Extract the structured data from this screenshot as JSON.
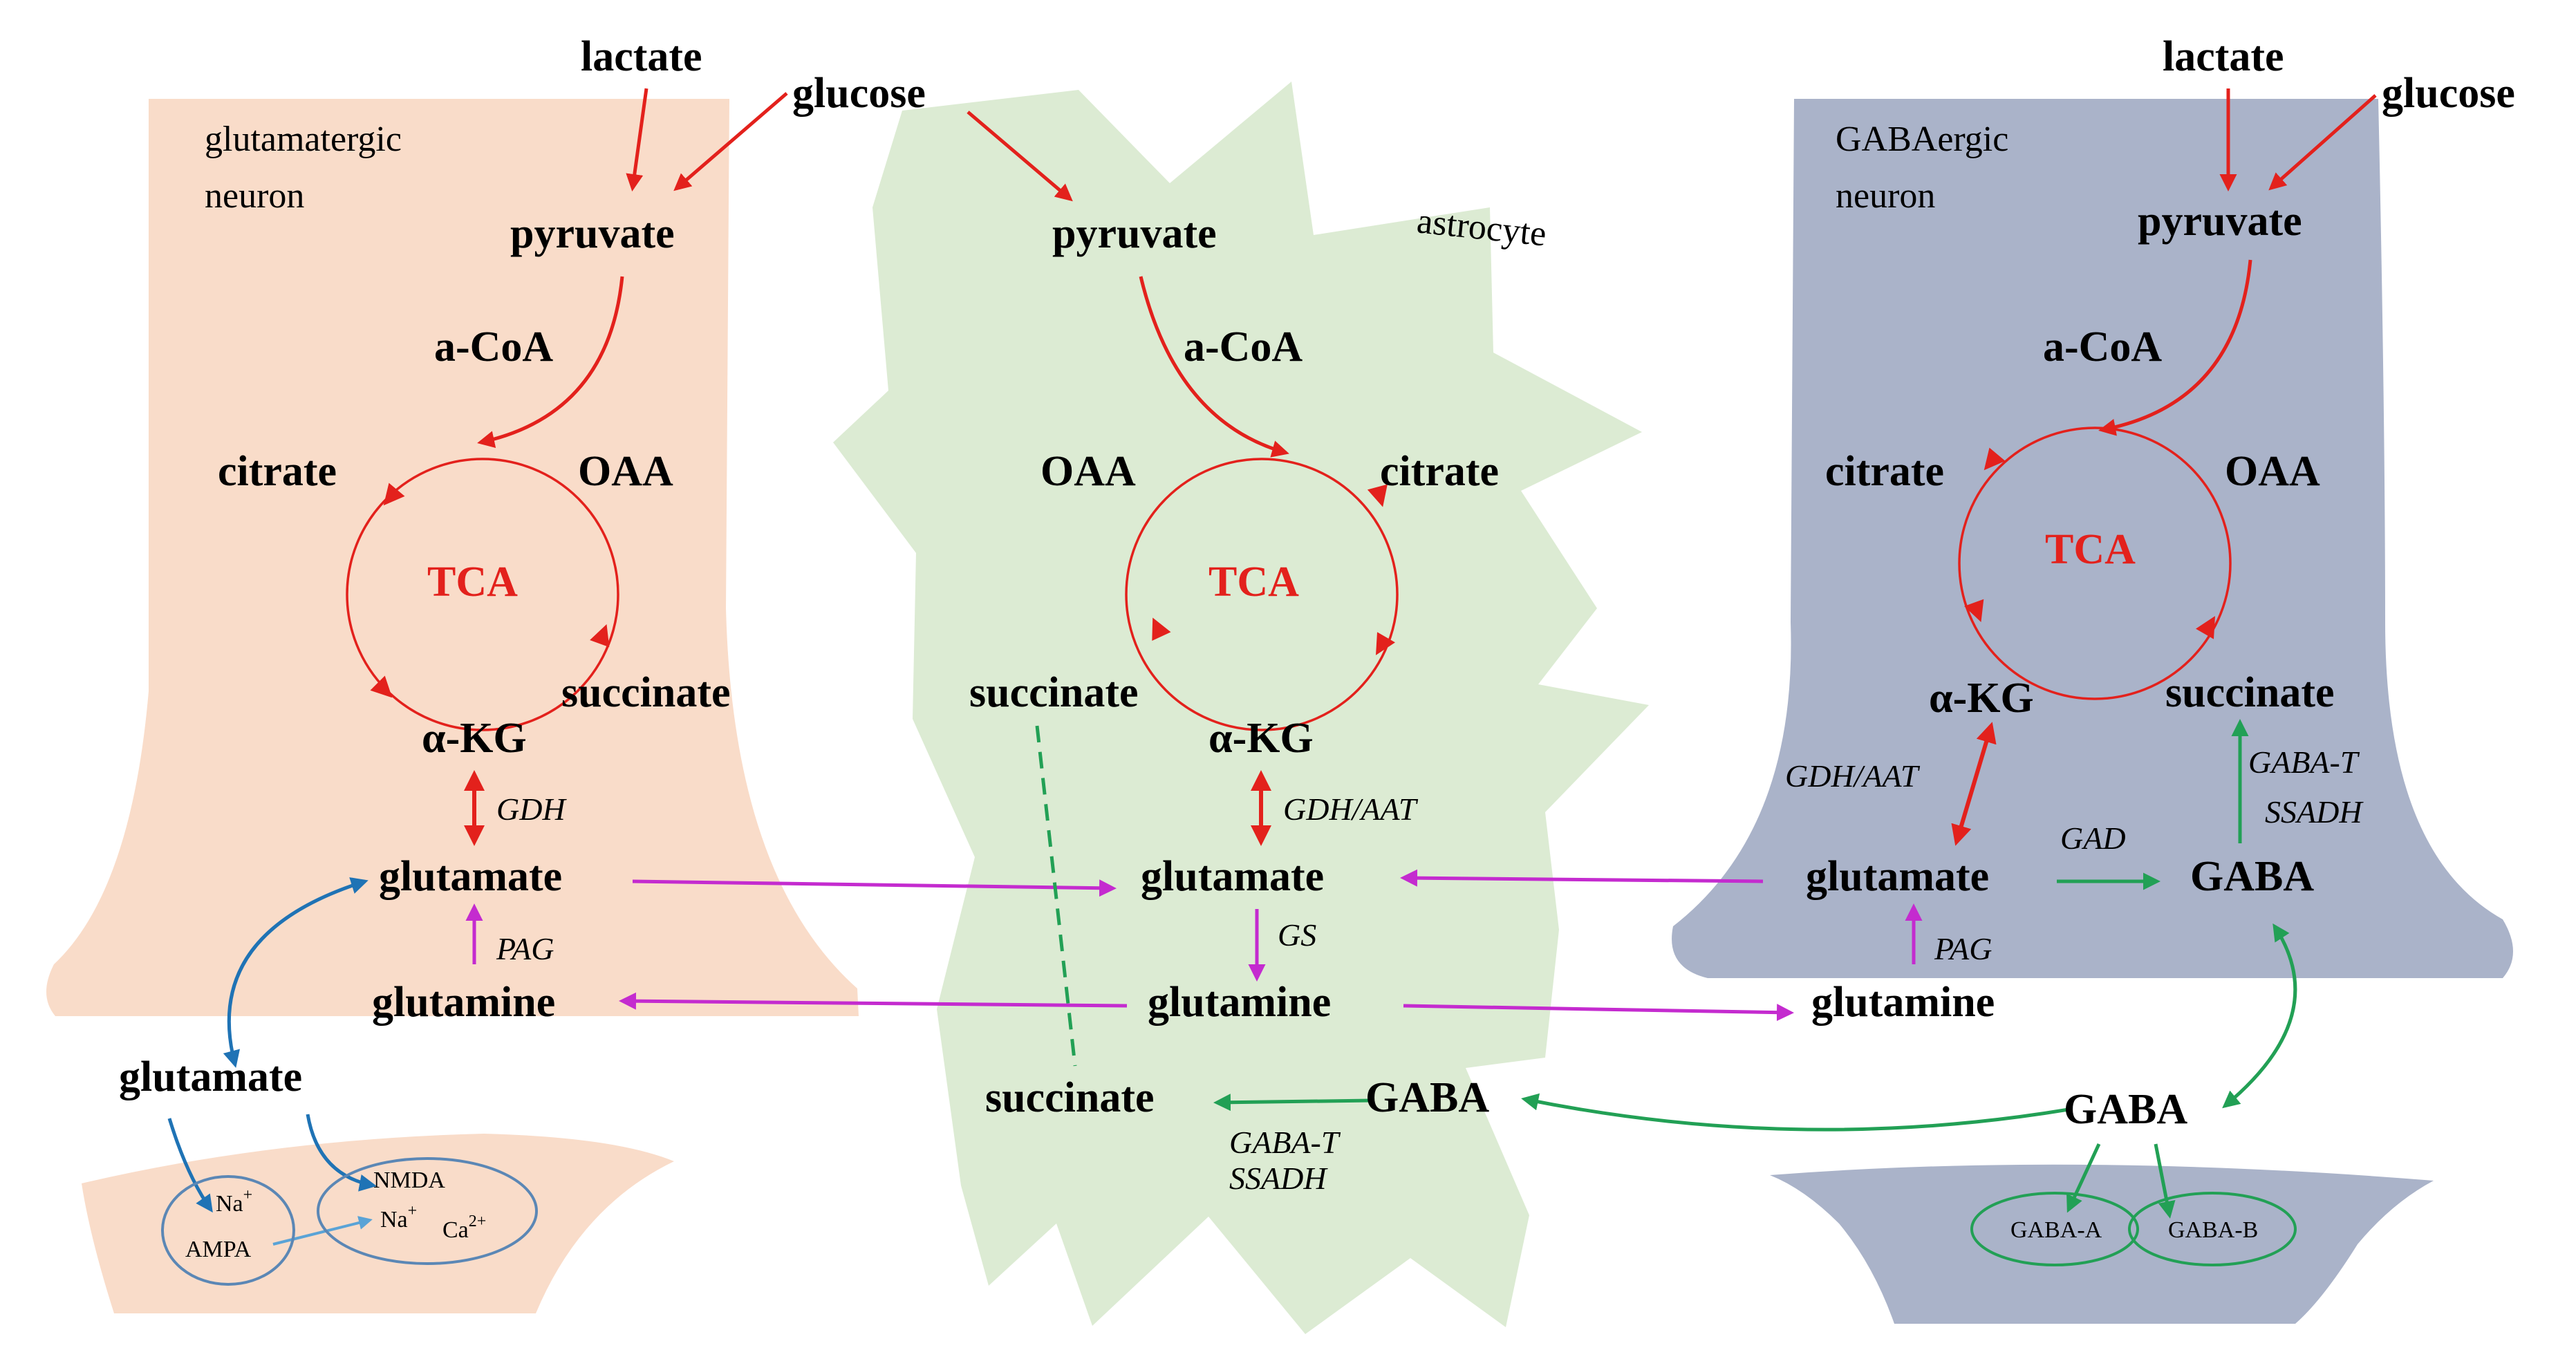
{
  "colors": {
    "glut_neuron_fill": "#f9dcc9",
    "astro_fill": "#dcebd3",
    "gaba_neuron_fill": "#aab3c9",
    "red": "#e3211c",
    "magenta": "#c42bcf",
    "green": "#22a055",
    "blue": "#1f73b5",
    "tca_text": "#e3211c"
  },
  "cells": {
    "glutamatergic": [
      "glutamatergic",
      "neuron"
    ],
    "astrocyte": "astrocyte",
    "gabaergic": [
      "GABAergic",
      "neuron"
    ]
  },
  "glut": {
    "lactate": "lactate",
    "glucose": "glucose",
    "pyruvate": "pyruvate",
    "acoa": "a-CoA",
    "citrate": "citrate",
    "oaa": "OAA",
    "tca": "TCA",
    "succinate": "succinate",
    "akg": "α-KG",
    "gdh": "GDH",
    "glutamate": "glutamate",
    "pag": "PAG",
    "glutamine": "glutamine",
    "syn_glutamate": "glutamate"
  },
  "astro": {
    "glucose": "glucose",
    "pyruvate": "pyruvate",
    "acoa": "a-CoA",
    "oaa": "OAA",
    "citrate": "citrate",
    "tca": "TCA",
    "succinate_top": "succinate",
    "akg": "α-KG",
    "gdh_aat": "GDH/AAT",
    "glutamate": "glutamate",
    "gs": "GS",
    "glutamine": "glutamine",
    "succinate_bottom": "succinate",
    "gaba": "GABA",
    "gaba_t": "GABA-T",
    "ssadh": "SSADH"
  },
  "gabaergic": {
    "lactate": "lactate",
    "glucose": "glucose",
    "pyruvate": "pyruvate",
    "acoa": "a-CoA",
    "citrate": "citrate",
    "oaa": "OAA",
    "tca": "TCA",
    "akg": "α-KG",
    "succinate": "succinate",
    "gdh_aat": "GDH/AAT",
    "gaba_t": "GABA-T",
    "ssadh": "SSADH",
    "glutamate": "glutamate",
    "gad": "GAD",
    "gaba": "GABA",
    "pag": "PAG",
    "glutamine": "glutamine",
    "syn_gaba": "GABA"
  },
  "receptors": {
    "ampa_na": "Na",
    "ampa_sup": "+",
    "ampa": "AMPA",
    "nmda": "NMDA",
    "nmda_na": "Na",
    "nmda_na_sup": "+",
    "nmda_ca": "Ca",
    "nmda_ca_sup": "2+",
    "gaba_a": "GABA-A",
    "gaba_b": "GABA-B"
  }
}
